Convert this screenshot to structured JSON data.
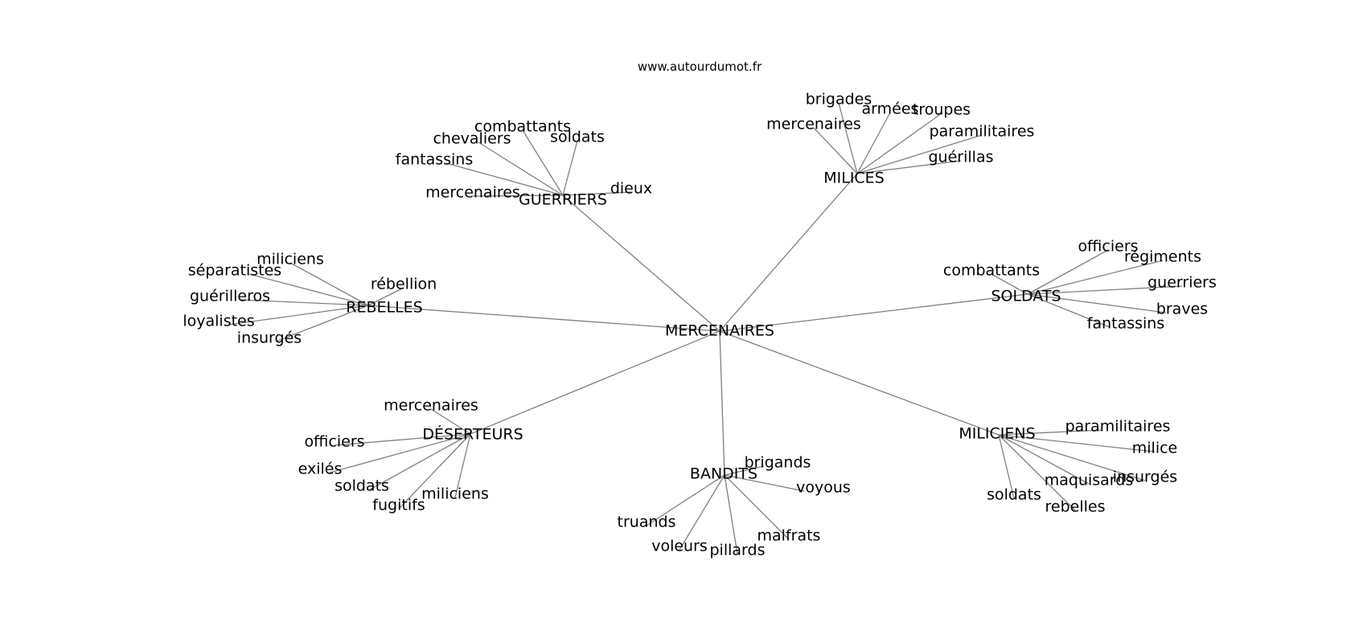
{
  "site": "www.autourdumot.fr",
  "colors": {
    "edge": "#808080",
    "text": "#000000",
    "background": "#ffffff"
  },
  "center": "MERCENAIRES",
  "clusters": [
    {
      "hub": "GUERRIERS",
      "leaves": [
        "combattants",
        "chevaliers",
        "soldats",
        "fantassins",
        "dieux",
        "mercenaires"
      ]
    },
    {
      "hub": "MILICES",
      "leaves": [
        "brigades",
        "armées",
        "troupes",
        "mercenaires",
        "paramilitaires",
        "guérillas"
      ]
    },
    {
      "hub": "REBELLES",
      "leaves": [
        "miliciens",
        "séparatistes",
        "rébellion",
        "guérilleros",
        "loyalistes",
        "insurgés"
      ]
    },
    {
      "hub": "SOLDATS",
      "leaves": [
        "officiers",
        "régiments",
        "combattants",
        "guerriers",
        "braves",
        "fantassins"
      ]
    },
    {
      "hub": "DÉSERTEURS",
      "leaves": [
        "mercenaires",
        "officiers",
        "exilés",
        "soldats",
        "miliciens",
        "fugitifs"
      ]
    },
    {
      "hub": "BANDITS",
      "leaves": [
        "brigands",
        "voyous",
        "truands",
        "malfrats",
        "voleurs",
        "pillards"
      ]
    },
    {
      "hub": "MILICIENS",
      "leaves": [
        "paramilitaires",
        "milice",
        "maquisards",
        "insurgés",
        "soldats",
        "rebelles"
      ]
    }
  ]
}
